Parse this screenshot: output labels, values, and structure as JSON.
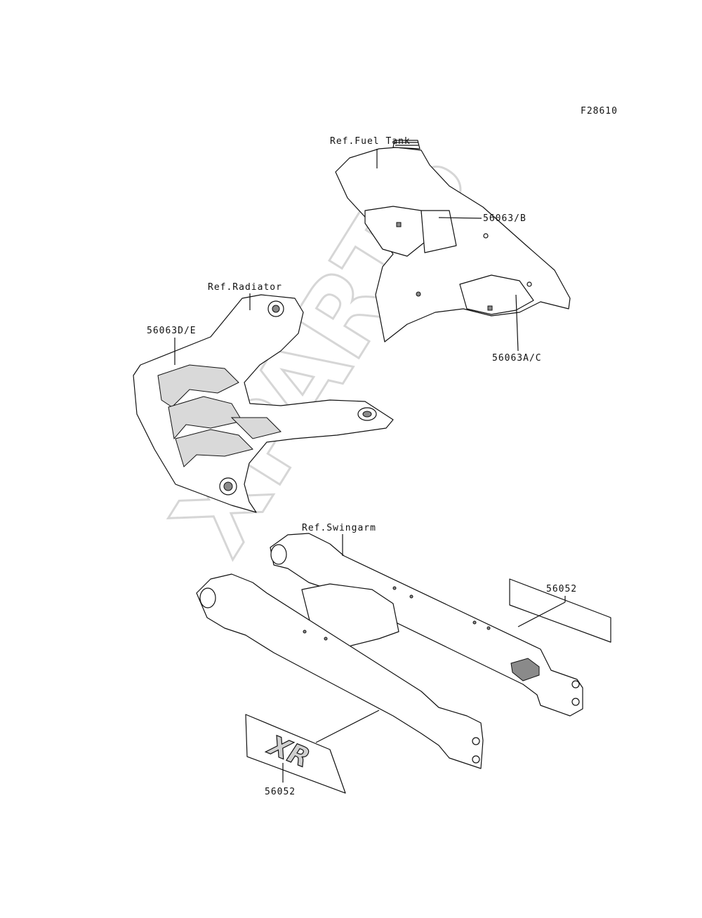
{
  "figure_code": "F28610",
  "watermark": "XPARTS",
  "refs": {
    "fuel_tank": "Ref.Fuel Tank",
    "radiator": "Ref.Radiator",
    "swingarm": "Ref.Swingarm"
  },
  "parts": {
    "tank_decal_b": "56063/B",
    "tank_decal_ac": "56063A/C",
    "radiator_decal": "56063D/E",
    "swingarm_decal_right": "56052",
    "swingarm_decal_left": "56052"
  },
  "decal_logo_text": "XR"
}
